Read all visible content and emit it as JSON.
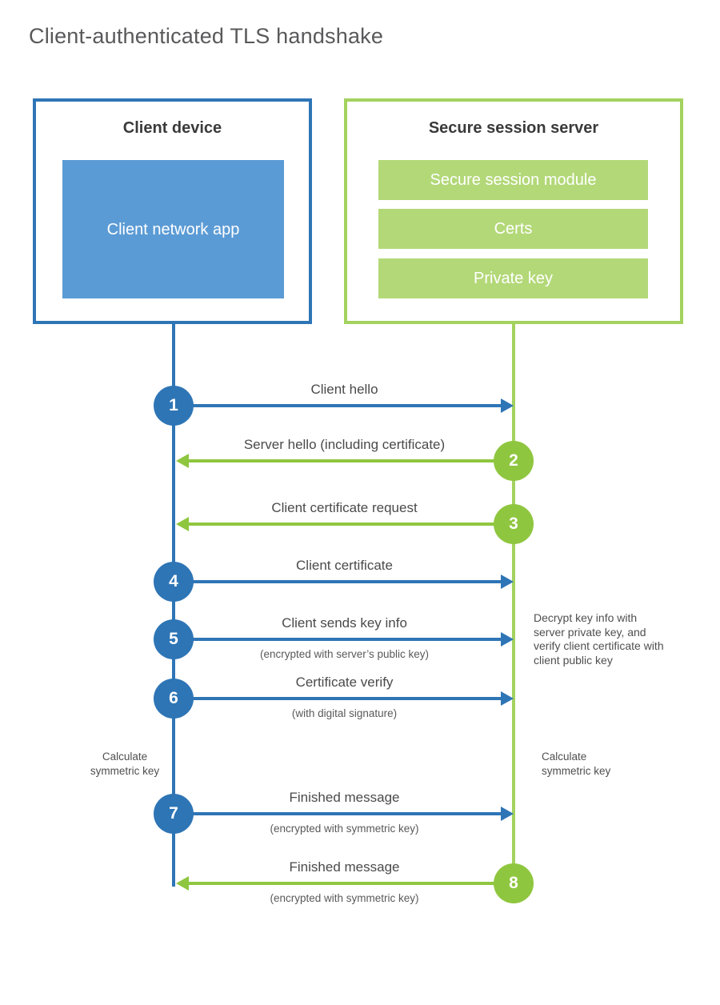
{
  "title": "Client-authenticated TLS handshake",
  "colors": {
    "blue": "#2e75b6",
    "blue_fill": "#5b9bd5",
    "green": "#8fc63f",
    "green_soft": "#a3d25f",
    "green_bar": "#b3d878"
  },
  "client_box": {
    "title": "Client device",
    "app_label": "Client network app"
  },
  "server_box": {
    "title": "Secure session server",
    "modules": [
      "Secure session module",
      "Certs",
      "Private key"
    ]
  },
  "steps": [
    {
      "num": "1",
      "label": "Client hello",
      "sub": "",
      "from": "client",
      "to": "server"
    },
    {
      "num": "2",
      "label": "Server hello (including certificate)",
      "sub": "",
      "from": "server",
      "to": "client"
    },
    {
      "num": "3",
      "label": "Client certificate request",
      "sub": "",
      "from": "server",
      "to": "client"
    },
    {
      "num": "4",
      "label": "Client certificate",
      "sub": "",
      "from": "client",
      "to": "server"
    },
    {
      "num": "5",
      "label": "Client sends key info",
      "sub": "(encrypted with server’s public key)",
      "from": "client",
      "to": "server"
    },
    {
      "num": "6",
      "label": "Certificate verify",
      "sub": "(with digital signature)",
      "from": "client",
      "to": "server"
    },
    {
      "num": "7",
      "label": "Finished message",
      "sub": "(encrypted with symmetric key)",
      "from": "client",
      "to": "server"
    },
    {
      "num": "8",
      "label": "Finished message",
      "sub": "(encrypted with symmetric key)",
      "from": "server",
      "to": "client"
    }
  ],
  "annotations": {
    "decrypt_note": "Decrypt key info with server private key, and verify client certificate with client public key",
    "calc_left": "Calculate symmetric key",
    "calc_right": "Calculate symmetric key"
  }
}
